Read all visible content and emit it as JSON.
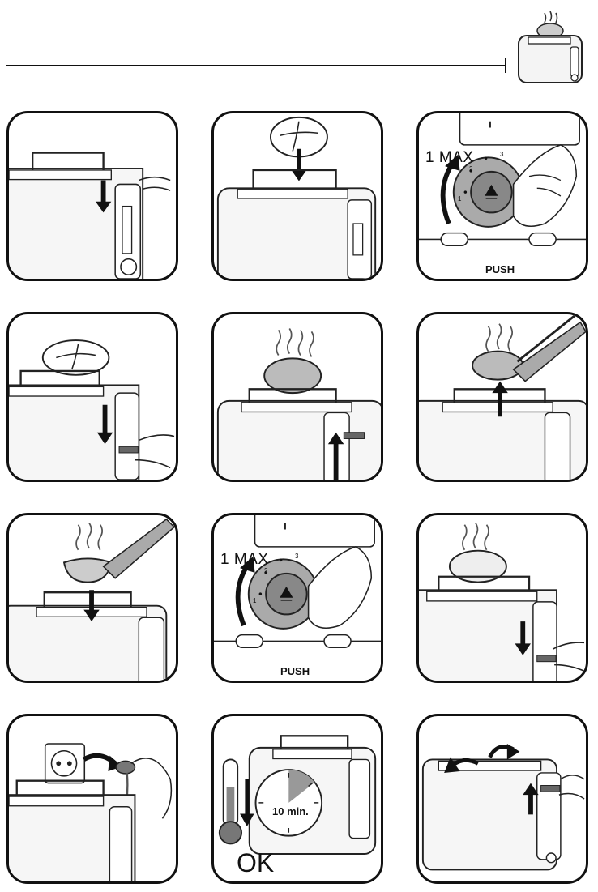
{
  "step_labels": {
    "max": "1 MAX",
    "push": "PUSH",
    "timer": "10 min.",
    "ok": "OK",
    "dial": [
      "1",
      "2",
      "3"
    ]
  },
  "icons": [
    "toaster-icon",
    "bread-icon",
    "steam-icon",
    "tongs-icon",
    "plug-icon",
    "thermometer-icon",
    "clock-icon",
    "hand-icon",
    "arrow-icon"
  ]
}
